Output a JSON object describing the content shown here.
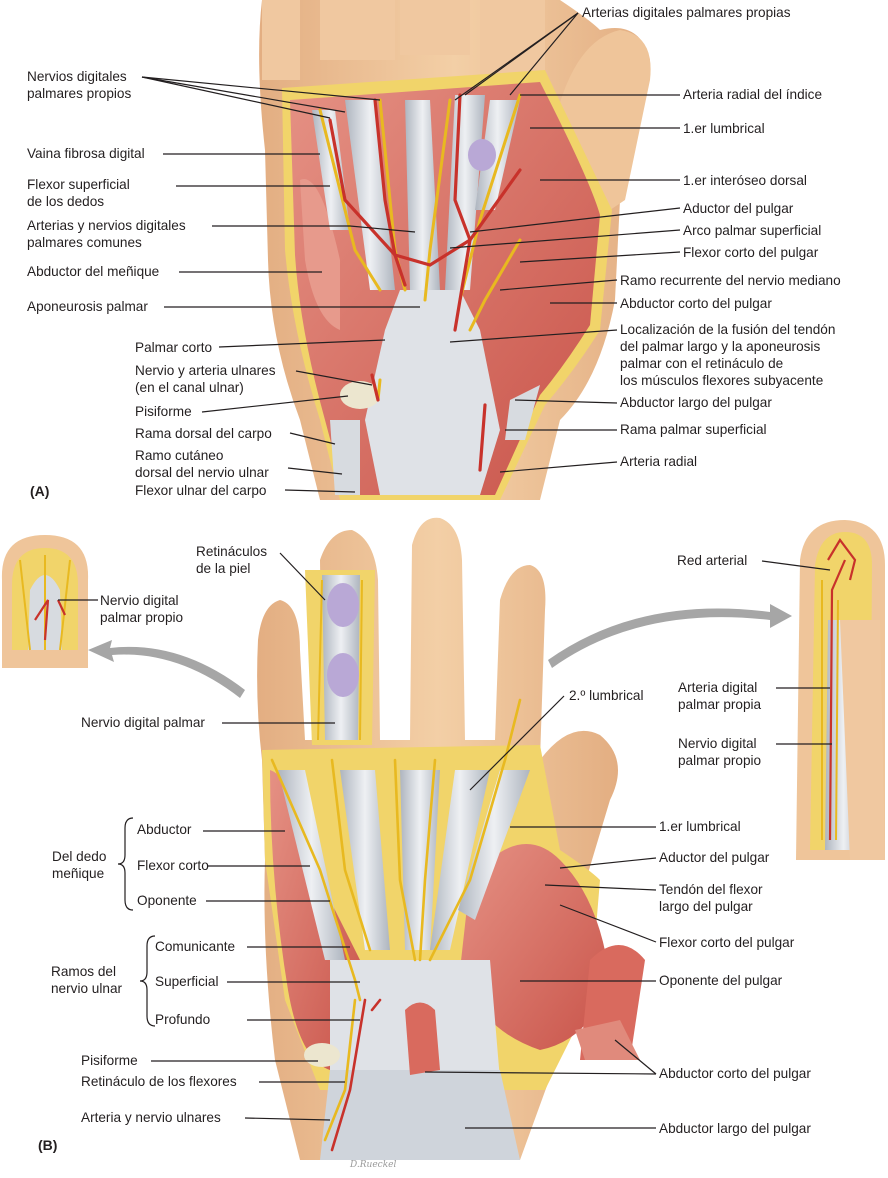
{
  "colors": {
    "skin": "#efc59a",
    "skin_shadow": "#d9a377",
    "muscle": "#d96a5e",
    "muscle_light": "#e8978a",
    "tendon": "#d7dbe0",
    "tendon_shadow": "#a9b0bb",
    "nerve": "#e8b920",
    "artery": "#c8322b",
    "fat": "#f3d56b",
    "sheath": "#b9a8d6",
    "arrow": "#a6a6a6",
    "line": "#231f20"
  },
  "panel_a": {
    "tag": "(A)",
    "labels_left": [
      {
        "lines": [
          "Nervios digitales",
          "palmares propios"
        ]
      },
      {
        "lines": [
          "Vaina fibrosa digital"
        ]
      },
      {
        "lines": [
          "Flexor superficial",
          "de los dedos"
        ]
      },
      {
        "lines": [
          "Arterias y nervios digitales",
          "palmares comunes"
        ]
      },
      {
        "lines": [
          "Abductor del meñique"
        ]
      },
      {
        "lines": [
          "Aponeurosis palmar"
        ]
      },
      {
        "lines": [
          "Palmar corto"
        ]
      },
      {
        "lines": [
          "Nervio y arteria ulnares",
          "(en el canal ulnar)"
        ]
      },
      {
        "lines": [
          "Pisiforme"
        ]
      },
      {
        "lines": [
          "Rama dorsal del carpo"
        ]
      },
      {
        "lines": [
          "Ramo cutáneo",
          "dorsal del nervio ulnar"
        ]
      },
      {
        "lines": [
          "Flexor ulnar del carpo"
        ]
      }
    ],
    "labels_right": [
      {
        "lines": [
          "Arterias digitales palmares propias"
        ]
      },
      {
        "lines": [
          "Arteria radial del índice"
        ]
      },
      {
        "lines": [
          "1.er lumbrical"
        ]
      },
      {
        "lines": [
          "1.er interóseo dorsal"
        ]
      },
      {
        "lines": [
          "Aductor del pulgar"
        ]
      },
      {
        "lines": [
          "Arco palmar superficial"
        ]
      },
      {
        "lines": [
          "Flexor corto del pulgar"
        ]
      },
      {
        "lines": [
          "Ramo recurrente del nervio mediano"
        ]
      },
      {
        "lines": [
          "Abductor corto del pulgar"
        ]
      },
      {
        "lines": [
          "Localización de la fusión del tendón",
          "del palmar largo y la aponeurosis",
          "palmar  con el retináculo de",
          "los músculos flexores subyacente"
        ]
      },
      {
        "lines": [
          "Abductor largo del pulgar"
        ]
      },
      {
        "lines": [
          "Rama palmar superficial"
        ]
      },
      {
        "lines": [
          "Arteria radial"
        ]
      }
    ]
  },
  "panel_b": {
    "tag": "(B)",
    "signature": "D.Rueckel",
    "labels_left": [
      {
        "lines": [
          "Retináculos",
          "de la piel"
        ]
      },
      {
        "lines": [
          "Nervio digital",
          "palmar propio"
        ]
      },
      {
        "lines": [
          "Nervio digital palmar"
        ]
      },
      {
        "lines": [
          "Abductor"
        ]
      },
      {
        "lines": [
          "Flexor corto"
        ]
      },
      {
        "lines": [
          "Oponente"
        ]
      },
      {
        "lines": [
          "Comunicante"
        ]
      },
      {
        "lines": [
          "Superficial"
        ]
      },
      {
        "lines": [
          "Profundo"
        ]
      },
      {
        "lines": [
          "Pisiforme"
        ]
      },
      {
        "lines": [
          "Retináculo de los flexores"
        ]
      },
      {
        "lines": [
          "Arteria y nervio ulnares"
        ]
      }
    ],
    "group_labels": [
      {
        "lines": [
          "Del dedo",
          "meñique"
        ]
      },
      {
        "lines": [
          "Ramos del",
          "nervio ulnar"
        ]
      }
    ],
    "labels_right": [
      {
        "lines": [
          "Red arterial"
        ]
      },
      {
        "lines": [
          "2.º lumbrical"
        ]
      },
      {
        "lines": [
          "Arteria digital",
          "palmar propia"
        ]
      },
      {
        "lines": [
          "Nervio digital",
          "palmar propio"
        ]
      },
      {
        "lines": [
          "1.er lumbrical"
        ]
      },
      {
        "lines": [
          "Aductor del pulgar"
        ]
      },
      {
        "lines": [
          "Tendón del flexor",
          "largo del pulgar"
        ]
      },
      {
        "lines": [
          "Flexor corto del pulgar"
        ]
      },
      {
        "lines": [
          "Oponente del pulgar"
        ]
      },
      {
        "lines": [
          "Abductor corto del pulgar"
        ]
      },
      {
        "lines": [
          "Abductor largo del pulgar"
        ]
      }
    ]
  }
}
